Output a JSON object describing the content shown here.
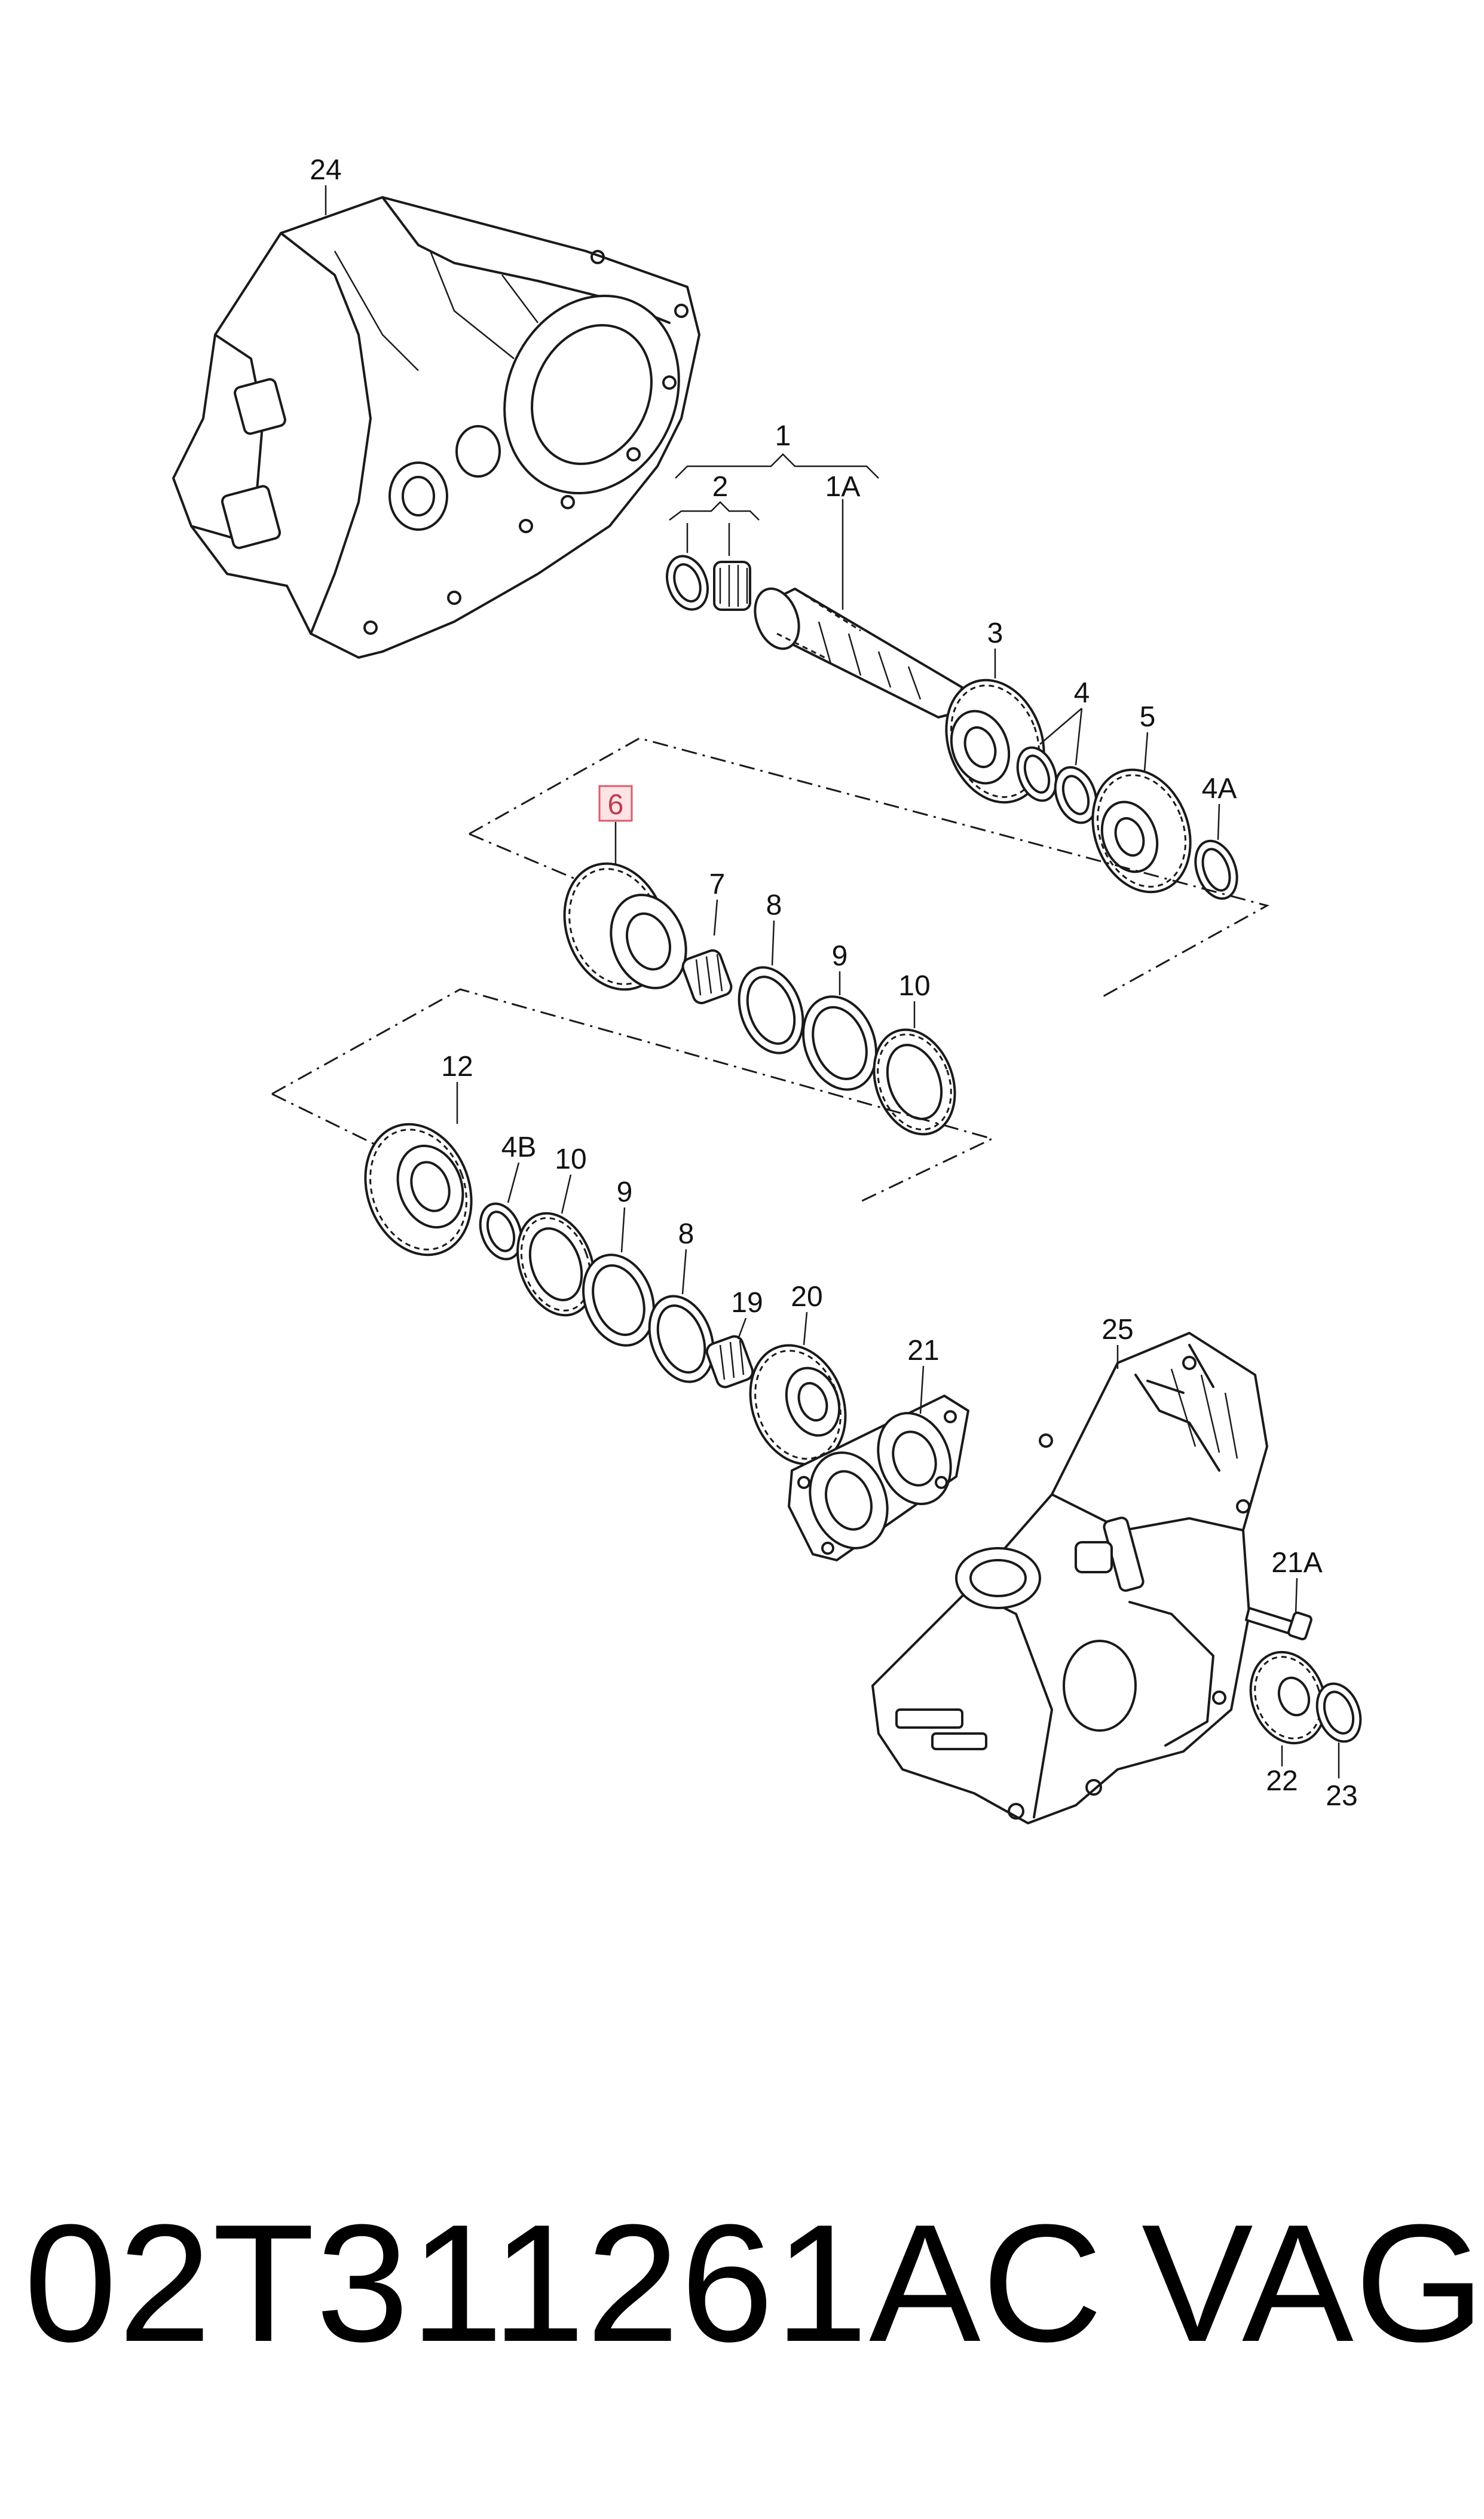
{
  "diagram": {
    "highlighted_callout": "6",
    "callouts": [
      {
        "id": "c24",
        "text": "24"
      },
      {
        "id": "c1",
        "text": "1"
      },
      {
        "id": "c2",
        "text": "2"
      },
      {
        "id": "c1A",
        "text": "1A"
      },
      {
        "id": "c3",
        "text": "3"
      },
      {
        "id": "c4",
        "text": "4"
      },
      {
        "id": "c5",
        "text": "5"
      },
      {
        "id": "c4A",
        "text": "4A"
      },
      {
        "id": "c6",
        "text": "6"
      },
      {
        "id": "c7",
        "text": "7"
      },
      {
        "id": "c8a",
        "text": "8"
      },
      {
        "id": "c9a",
        "text": "9"
      },
      {
        "id": "c10a",
        "text": "10"
      },
      {
        "id": "c12",
        "text": "12"
      },
      {
        "id": "c4B",
        "text": "4B"
      },
      {
        "id": "c10b",
        "text": "10"
      },
      {
        "id": "c9b",
        "text": "9"
      },
      {
        "id": "c8b",
        "text": "8"
      },
      {
        "id": "c19",
        "text": "19"
      },
      {
        "id": "c20",
        "text": "20"
      },
      {
        "id": "c21",
        "text": "21"
      },
      {
        "id": "c25",
        "text": "25"
      },
      {
        "id": "c21A",
        "text": "21A"
      },
      {
        "id": "c22",
        "text": "22"
      },
      {
        "id": "c23",
        "text": "23"
      }
    ],
    "highlight_color": "#e05a6a"
  },
  "caption": {
    "part_number": "02T311261AC",
    "brand": "VAG"
  }
}
